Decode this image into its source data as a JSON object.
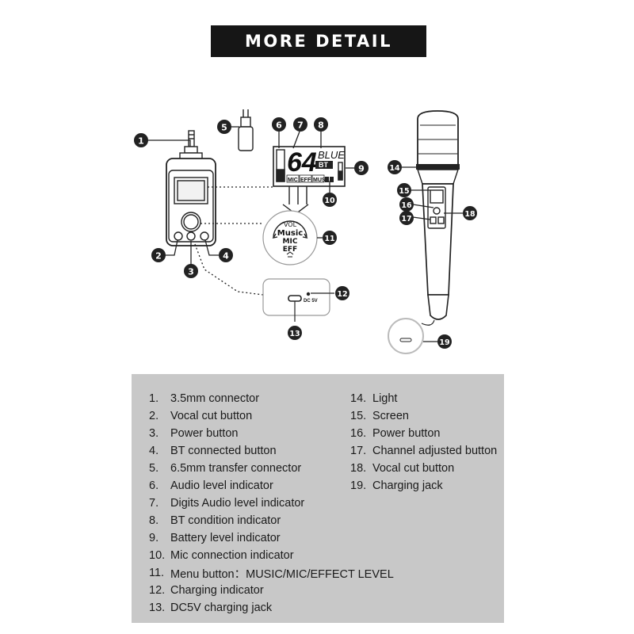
{
  "header": {
    "title": "MORE DETAIL"
  },
  "callouts": [
    "1",
    "2",
    "3",
    "4",
    "5",
    "6",
    "7",
    "8",
    "9",
    "10",
    "11",
    "12",
    "13",
    "14",
    "15",
    "16",
    "17",
    "18",
    "19"
  ],
  "lcd": {
    "digits": "64",
    "blue_label": "BLUE",
    "bt_label": "BT",
    "mic_label": "MIC",
    "eff_label": "EFF",
    "mus_label": "MUS"
  },
  "menu_dial": {
    "vol": "VOL",
    "music": "Music",
    "mic": "MIC",
    "eff": "EFF"
  },
  "charging_box": {
    "dc_label": "DC 5V"
  },
  "legend": {
    "left": [
      {
        "num": "1.",
        "text": "3.5mm connector"
      },
      {
        "num": "2.",
        "text": "Vocal cut button"
      },
      {
        "num": "3.",
        "text": "Power button"
      },
      {
        "num": "4.",
        "text": "BT connected button"
      },
      {
        "num": "5.",
        "text": "6.5mm transfer connector"
      },
      {
        "num": "6.",
        "text": "Audio level indicator"
      },
      {
        "num": "7.",
        "text": "Digits Audio level indicator"
      },
      {
        "num": "8.",
        "text": "BT condition indicator"
      },
      {
        "num": "9.",
        "text": "Battery level indicator"
      },
      {
        "num": "10.",
        "text": "Mic connection indicator"
      },
      {
        "num": "11.",
        "text": "Menu button：MUSIC/MIC/EFFECT LEVEL"
      },
      {
        "num": "12.",
        "text": "Charging indicator"
      },
      {
        "num": "13.",
        "text": "DC5V charging jack"
      }
    ],
    "right": [
      {
        "num": "14.",
        "text": "Light"
      },
      {
        "num": "15.",
        "text": "Screen"
      },
      {
        "num": "16.",
        "text": "Power button"
      },
      {
        "num": "17.",
        "text": "Channel adjusted button"
      },
      {
        "num": "18.",
        "text": "Vocal cut button"
      },
      {
        "num": "19.",
        "text": "Charging jack"
      }
    ]
  }
}
